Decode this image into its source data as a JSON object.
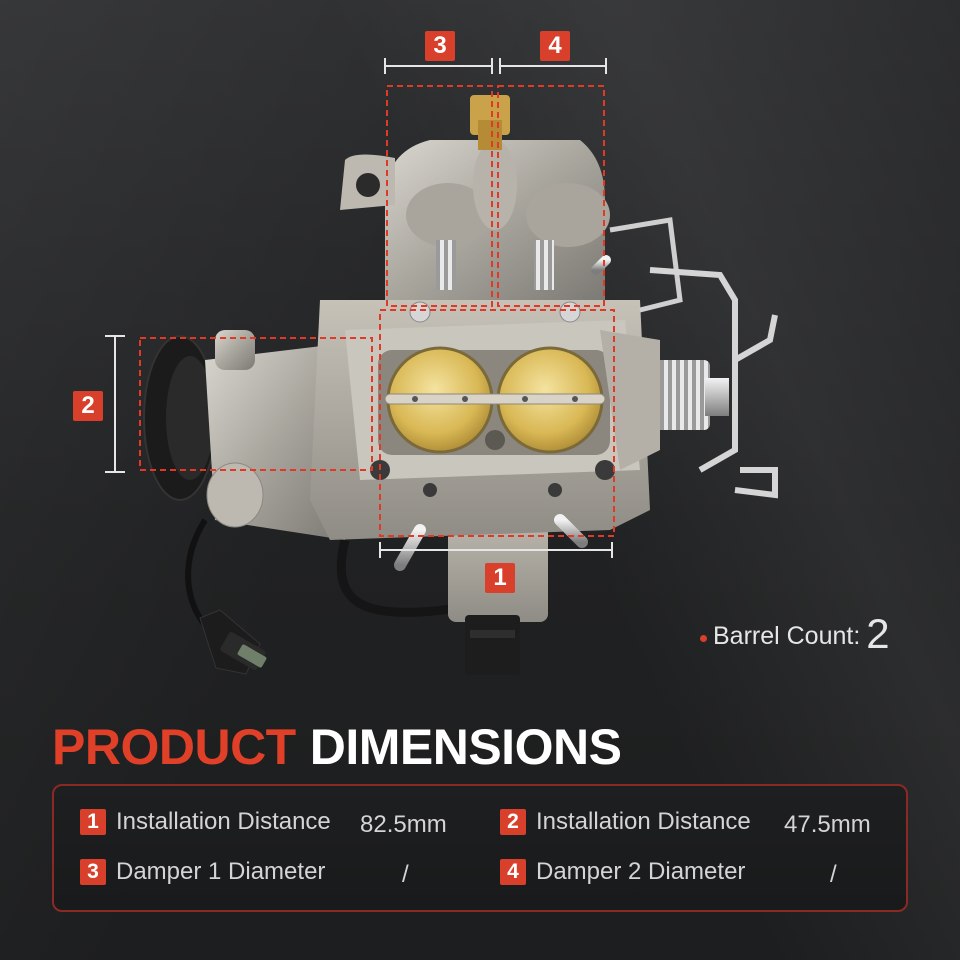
{
  "callouts": {
    "c1": "1",
    "c2": "2",
    "c3": "3",
    "c4": "4"
  },
  "barrel": {
    "label": "Barrel Count:",
    "value": "2"
  },
  "title": {
    "part1": "PRODUCT",
    "part2": "DIMENSIONS"
  },
  "specs": [
    {
      "num": "1",
      "label": "Installation Distance",
      "value": "82.5mm"
    },
    {
      "num": "2",
      "label": "Installation Distance",
      "value": "47.5mm"
    },
    {
      "num": "3",
      "label": "Damper 1 Diameter",
      "value": "/"
    },
    {
      "num": "4",
      "label": "Damper 2 Diameter",
      "value": "/"
    }
  ],
  "colors": {
    "accent": "#d8402b",
    "background": "#232425",
    "panel_border": "#8a2a22"
  }
}
